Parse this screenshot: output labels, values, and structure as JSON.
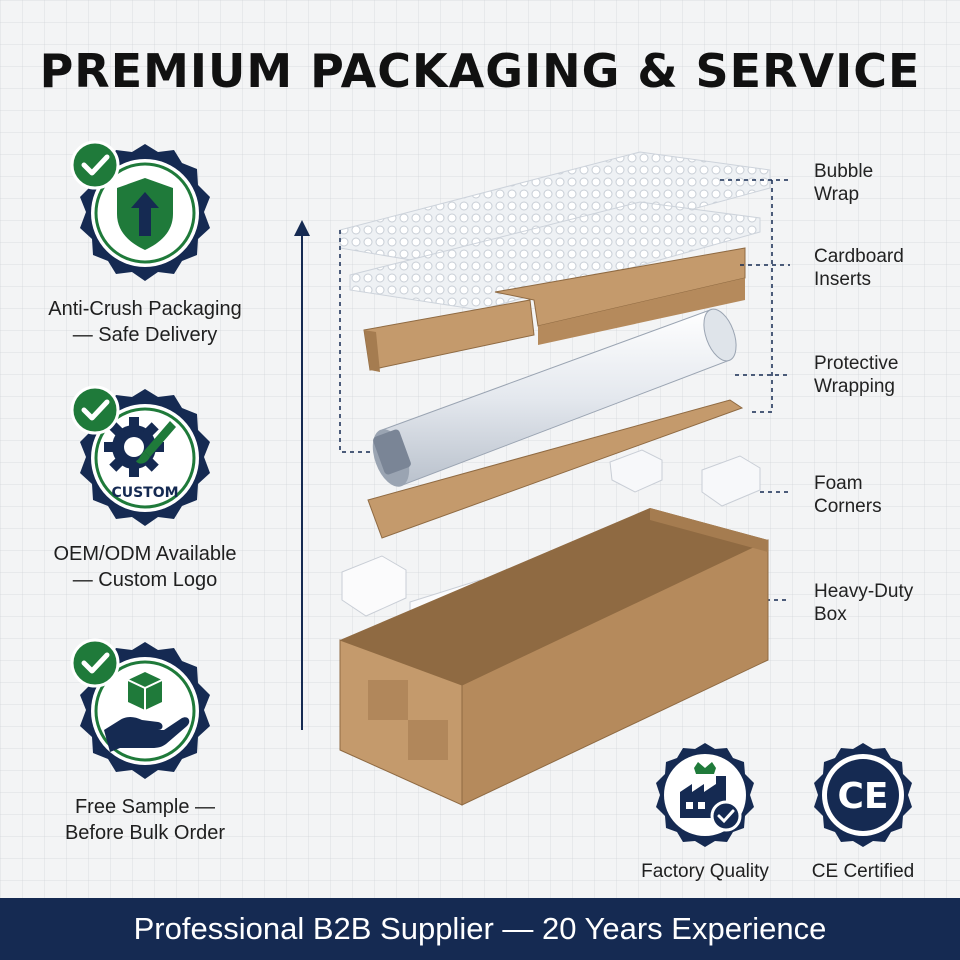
{
  "title": "PREMIUM PACKAGING & SERVICE",
  "colors": {
    "navy": "#152a52",
    "green": "#1f7a3a",
    "cardboard": "#c49a6c",
    "background": "#f3f4f5"
  },
  "features": [
    {
      "icon": "shield-arrow-icon",
      "line1": "Anti-Crush Packaging",
      "line2": "— Safe Delivery"
    },
    {
      "icon": "gear-brush-icon",
      "badge_text": "CUSTOM",
      "line1": "OEM/ODM Available",
      "line2": "— Custom Logo"
    },
    {
      "icon": "hand-box-icon",
      "line1": "Free Sample —",
      "line2": "Before Bulk Order"
    }
  ],
  "callouts": [
    {
      "line1": "Bubble",
      "line2": "Wrap"
    },
    {
      "line1": "Cardboard",
      "line2": "Inserts"
    },
    {
      "line1": "Protective",
      "line2": "Wrapping"
    },
    {
      "line1": "Foam",
      "line2": "Corners"
    },
    {
      "line1": "Heavy-Duty",
      "line2": "Box"
    }
  ],
  "certifications": [
    {
      "icon": "factory-icon",
      "label": "Factory Quality"
    },
    {
      "icon": "ce-mark-icon",
      "badge_text": "CE",
      "label": "CE Certified"
    }
  ],
  "footer": "Professional B2B Supplier — 20 Years Experience"
}
